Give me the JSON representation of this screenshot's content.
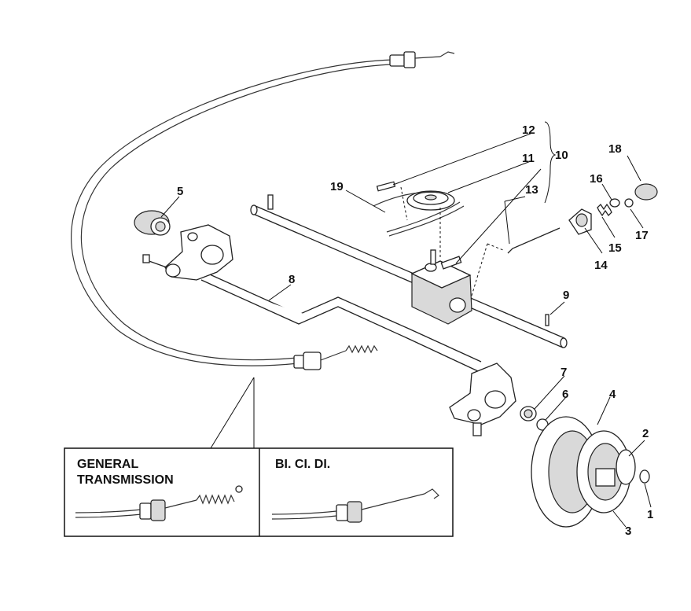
{
  "callouts": {
    "c1": "1",
    "c2": "2",
    "c3": "3",
    "c4": "4",
    "c5": "5",
    "c6": "6",
    "c7": "7",
    "c8": "8",
    "c9": "9",
    "c10": "10",
    "c11": "11",
    "c12": "12",
    "c13": "13",
    "c14": "14",
    "c15": "15",
    "c16": "16",
    "c17": "17",
    "c18": "18",
    "c19": "19"
  },
  "inset": {
    "left_title_line1": "GENERAL",
    "left_title_line2": "TRANSMISSION",
    "right_title": "BI. CI. DI."
  }
}
